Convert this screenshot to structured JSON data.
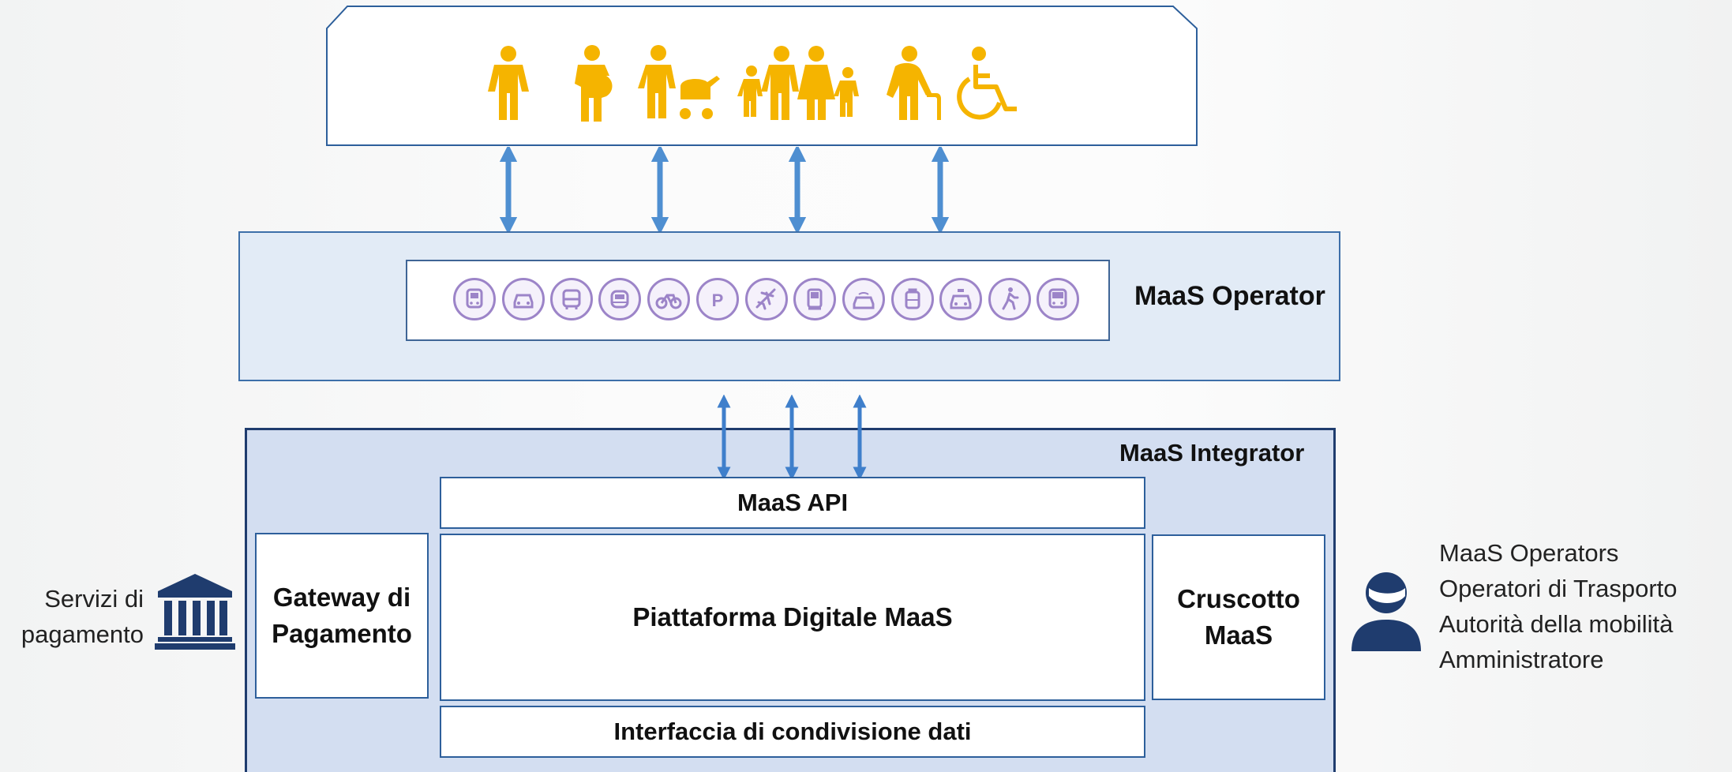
{
  "users": {
    "icons": [
      "adult-icon",
      "pregnant-woman-icon",
      "parent-with-stroller-icon",
      "family-icon",
      "elderly-with-cane-icon",
      "wheelchair-user-icon"
    ],
    "icon_color": "#f5b400"
  },
  "maas_operator": {
    "label": "MaaS Operator",
    "transport_icons": [
      "metro-icon",
      "car-icon",
      "bus-icon",
      "tram-icon",
      "bike-icon",
      "parking-icon",
      "plane-icon",
      "train-icon",
      "car-sharing-icon",
      "luggage-icon",
      "taxi-icon",
      "walking-icon",
      "coach-icon"
    ],
    "parking_glyph": "P",
    "icon_color": "#9c84c8"
  },
  "maas_integrator": {
    "label": "MaaS Integrator",
    "api": "MaaS API",
    "platform": "Piattaforma Digitale MaaS",
    "data_sharing": "Interfaccia di condivisione dati",
    "gateway": [
      "Gateway di",
      "Pagamento"
    ],
    "dashboard": [
      "Cruscotto",
      "MaaS"
    ]
  },
  "payment_services": [
    "Servizi di",
    "pagamento"
  ],
  "roles": [
    "MaaS Operators",
    "Operatori di Trasporto",
    "Autorità della mobilità",
    "Amministratore"
  ],
  "colors": {
    "arrow": "#4f8fd1",
    "operator_fill": "#e2ebf6",
    "integrator_fill": "#d3def1",
    "dark_blue": "#1f3c6e",
    "people_icon": "#f5b400"
  }
}
